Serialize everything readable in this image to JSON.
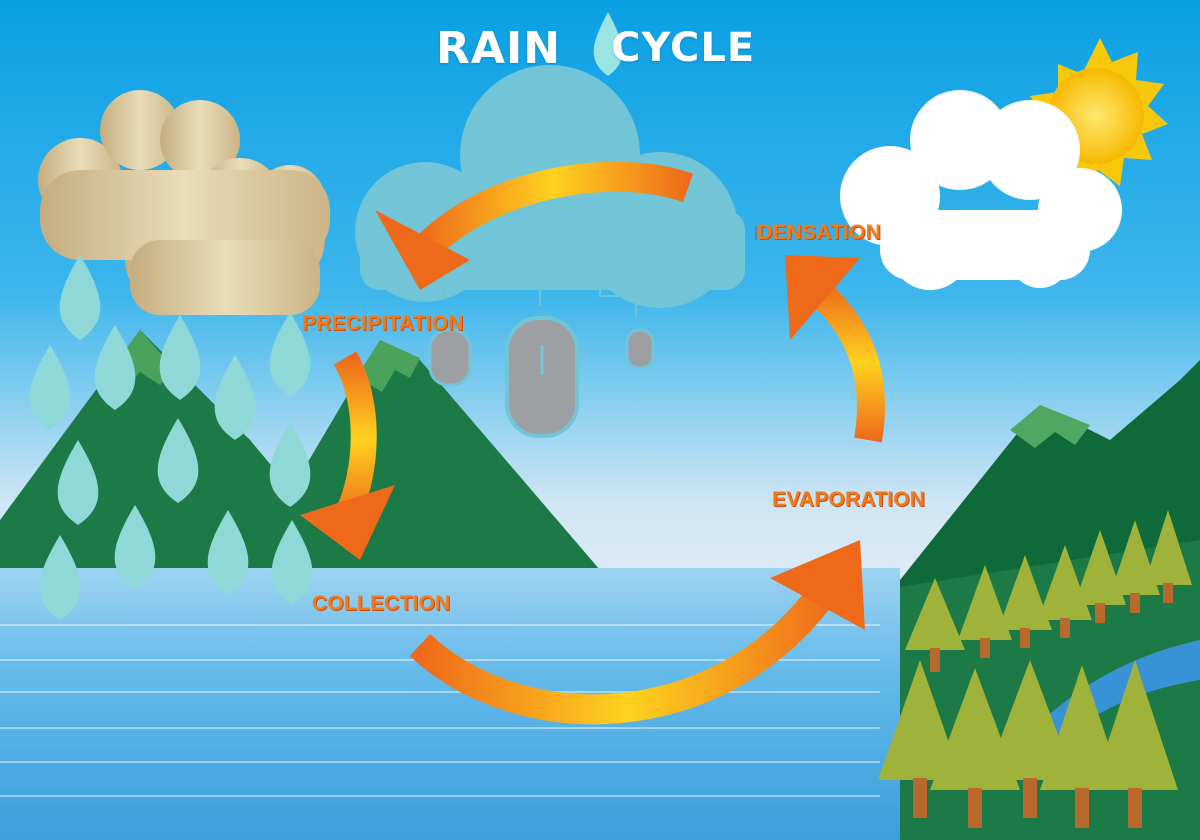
{
  "title": {
    "word1": "RAIN",
    "word2": "CYCLE",
    "icon": "water-drop-icon"
  },
  "stages": {
    "precipitation": "PRECIPITATION",
    "collection": "COLLECTION",
    "evaporation": "EVAPORATION",
    "condensation": "CONDENSATION"
  },
  "colors": {
    "sky": "#0aa6e6",
    "water": "#5cb8e8",
    "mountain": "#1b7a45",
    "arrow_start": "#ee6a1a",
    "arrow_end": "#ffd21f",
    "label": "#f07a1d",
    "drop": "#8ed8d8",
    "tree": "#9fb23a"
  }
}
